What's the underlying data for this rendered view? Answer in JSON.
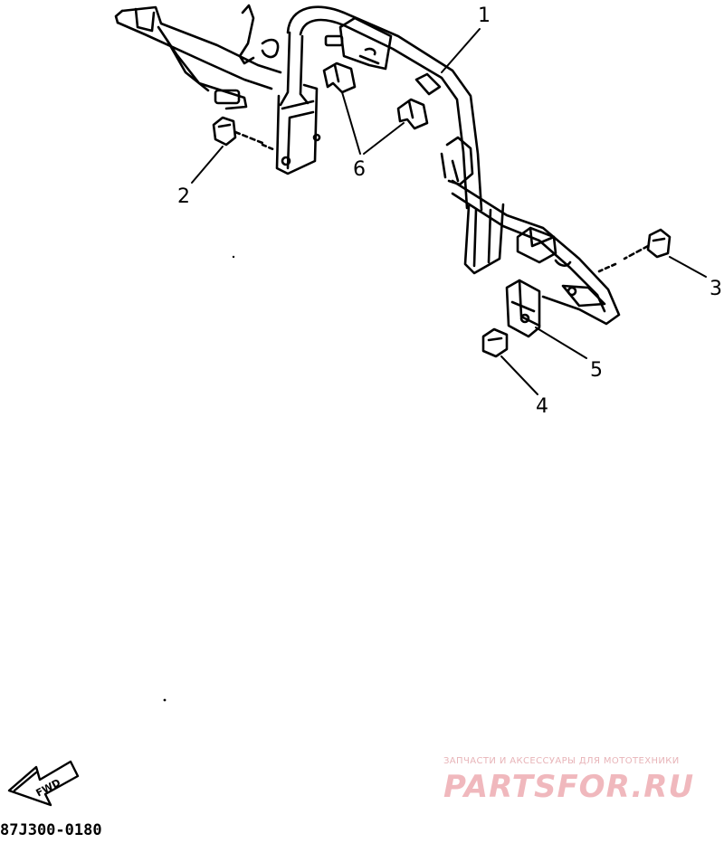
{
  "callouts": {
    "c1": "1",
    "c2": "2",
    "c3": "3",
    "c4": "4",
    "c5": "5",
    "c6": "6"
  },
  "fwd_label": "FWD",
  "diagram_code": "87J300-0180",
  "watermark": {
    "tagline": "ЗАПЧАСТИ И АКСЕССУАРЫ ДЛЯ МОТОТЕХНИКИ",
    "logo": "PARTSFOR.RU"
  },
  "colors": {
    "line": "#000000",
    "watermark": "#f0b8bd"
  }
}
